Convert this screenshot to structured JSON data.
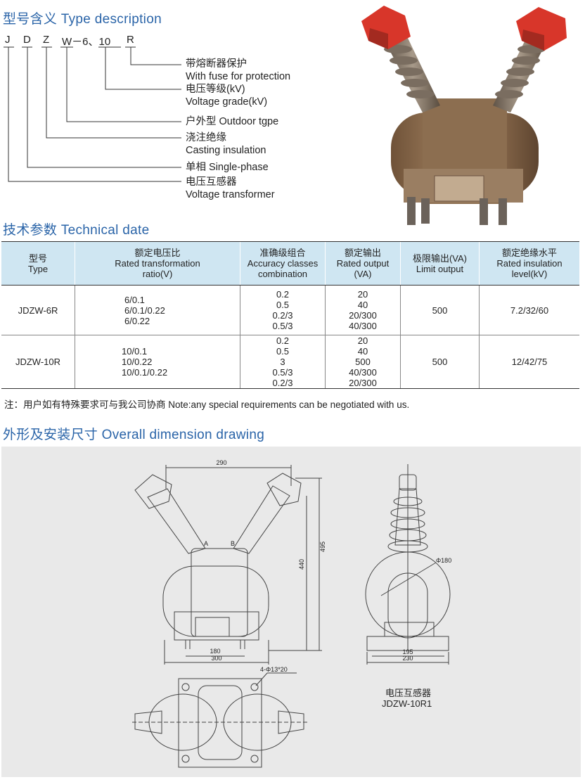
{
  "type_section": {
    "heading": "型号含义 Type description",
    "code_chars": [
      "J",
      "D",
      "Z",
      "W－6、10",
      "R"
    ],
    "descriptions": [
      {
        "zh": "带熔断器保护",
        "en": "With fuse for protection"
      },
      {
        "zh": "电压等级(kV)",
        "en": "Voltage grade(kV)"
      },
      {
        "zh": "户外型 Outdoor tgpe",
        "en": ""
      },
      {
        "zh": "浇注绝缘",
        "en": "Casting insulation"
      },
      {
        "zh": "单相 Single-phase",
        "en": ""
      },
      {
        "zh": "电压互感器",
        "en": "Voltage transformer"
      }
    ]
  },
  "tech_section": {
    "heading": "技术参数 Technical date",
    "headers": [
      [
        "型号",
        "Type"
      ],
      [
        "额定电压比",
        "Rated transformation",
        "ratio(V)"
      ],
      [
        "准确级组合",
        "Accuracy classes",
        "combination"
      ],
      [
        "额定输出",
        "Rated output",
        "(VA)"
      ],
      [
        "极限输出(VA)",
        "Limit output"
      ],
      [
        "额定绝缘水平",
        "Rated insulation",
        "level(kV)"
      ]
    ],
    "rows": [
      {
        "type": "JDZW-6R",
        "ratios": [
          "6/0.1",
          "6/0.1/0.22",
          "6/0.22"
        ],
        "accuracy": [
          "0.2",
          "0.5",
          "0.2/3",
          "0.5/3"
        ],
        "output": [
          "20",
          "40",
          "20/300",
          "40/300"
        ],
        "limit": "500",
        "insulation": "7.2/32/60"
      },
      {
        "type": "JDZW-10R",
        "ratios": [
          "10/0.1",
          "10/0.22",
          "10/0.1/0.22"
        ],
        "accuracy": [
          "0.2",
          "0.5",
          "3",
          "0.5/3",
          "0.2/3"
        ],
        "output": [
          "20",
          "40",
          "500",
          "40/300",
          "20/300"
        ],
        "limit": "500",
        "insulation": "12/42/75"
      }
    ],
    "note": "注：用户如有特殊要求可与我公司协商 Note:any special requirements can be negotiated with us."
  },
  "drawing_section": {
    "heading": "外形及安装尺寸  Overall dimension drawing",
    "dims": {
      "top_width": "290",
      "height_495": "495",
      "height_440": "440",
      "base_180": "180",
      "base_300": "300",
      "holes": "4-Φ13*20",
      "dia_180": "Φ180",
      "side_195": "195",
      "side_230": "230",
      "mark_a": "A",
      "mark_b": "B"
    },
    "caption_zh": "电压互感器",
    "caption_model": "JDZW-10R1"
  },
  "colors": {
    "heading": "#2a64a8",
    "table_header_bg": "#cfe6f2",
    "bushing_cap": "#d8362a",
    "body": "#8a6a4c",
    "drawing_bg": "#e9e9e9"
  }
}
